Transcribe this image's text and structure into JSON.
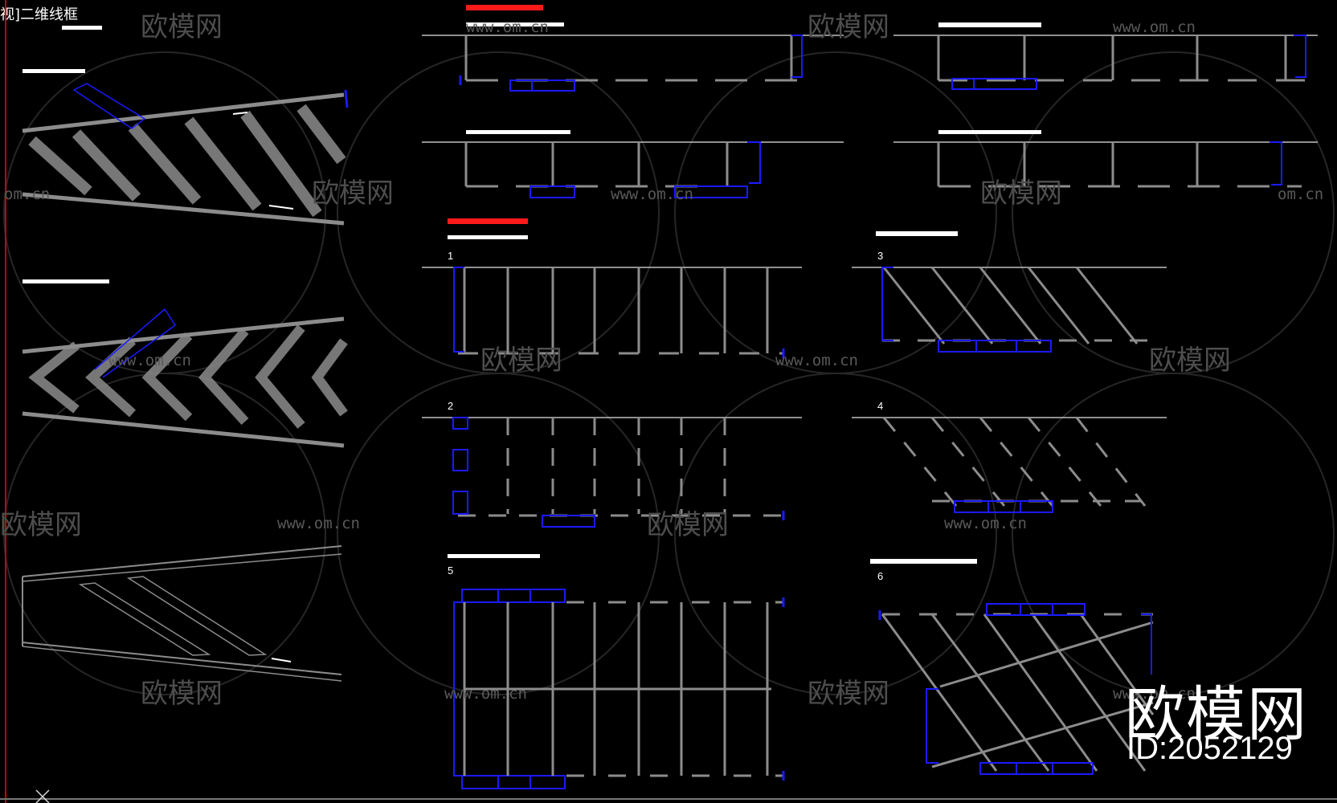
{
  "viewport": {
    "label": "视]二维线框",
    "background": "#000000"
  },
  "colors": {
    "title_bar": "#ffffff",
    "title_bar_active": "#ff1a1a",
    "primary_line": "#8c8c8c",
    "accent_blue": "#1a1aff",
    "border_red": "#cc0000"
  },
  "panels": [
    {
      "label": "1"
    },
    {
      "label": "2"
    },
    {
      "label": "3"
    },
    {
      "label": "4"
    },
    {
      "label": "5"
    },
    {
      "label": "6"
    }
  ],
  "watermarks": {
    "brand": "欧模网",
    "url": "www.om.cn",
    "url_partial": "om.cn"
  },
  "branding": {
    "logo_text": "欧模网",
    "id_text": "ID:2052129"
  },
  "icons": {
    "ucs": "ucs-x-icon"
  }
}
